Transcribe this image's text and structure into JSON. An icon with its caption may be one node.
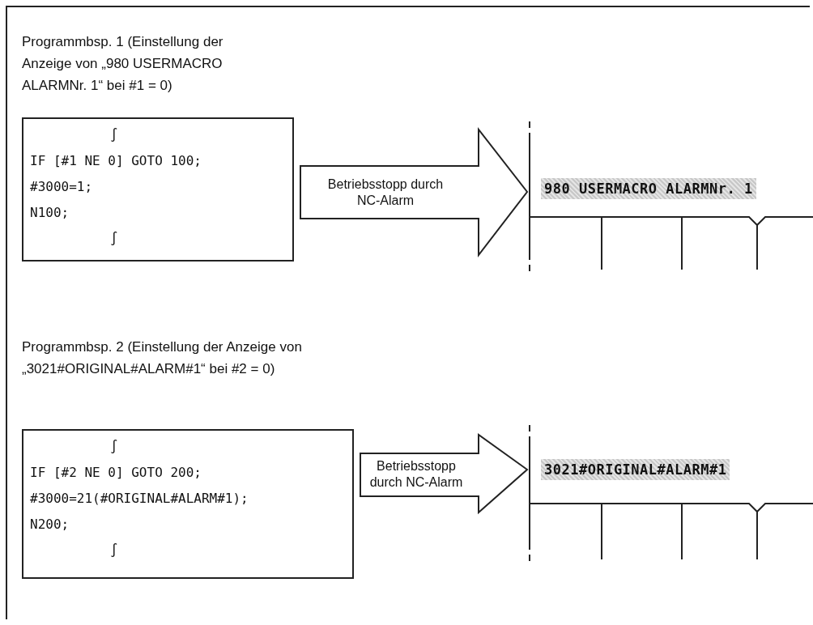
{
  "diagram": {
    "nodes": [
      {
        "text": [
          "∫",
          "IF [#1 NE 0] GOTO 100;",
          "#3000=1;",
          "N100;",
          "∫"
        ]
      },
      {
        "text": [
          "980 USERMACRO ALARMNr. 1"
        ]
      },
      {
        "text": [
          "∫",
          "IF [#2 NE 0] GOTO 200;",
          "#3000=21(#ORIGINAL#ALARM#1);",
          "N200;",
          "∫"
        ]
      },
      {
        "text": [
          "3021#ORIGINAL#ALARM#1"
        ]
      }
    ],
    "edges": [
      {
        "from": 0,
        "to": 1,
        "arrow": "to",
        "label": "Betriebsstopp durch NC-Alarm"
      },
      {
        "from": 2,
        "to": 3,
        "arrow": "to",
        "label": "Betriebsstopp durch NC-Alarm"
      }
    ],
    "labels": [
      "Programmbsp. 1 (Einstellung der Anzeige von „980 USERMACRO ALARMNr. 1“ bei #1 = 0)",
      "Programmbsp. 2 (Einstellung der Anzeige von „3021#ORIGINAL#ALARM#1“ bei #2 = 0)"
    ]
  }
}
